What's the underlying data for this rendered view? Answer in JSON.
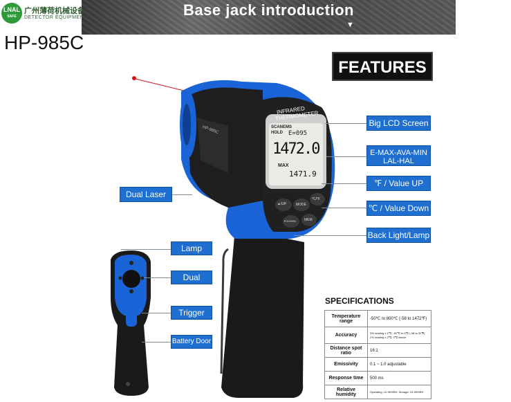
{
  "logo": {
    "badge": "LNAL",
    "badge_sub": "SAFE",
    "name_cn": "广州薄荷机械设备",
    "name_en": "DETECTOR EQUIPMENT"
  },
  "banner": {
    "title": "Base jack introduction",
    "arrow": "▼"
  },
  "model": "HP-985C",
  "features_heading": "FEATURES",
  "device": {
    "lcd_header_1": "INFRARED",
    "lcd_header_2": "THERMOMETER",
    "lcd_scan": "SCANEMS",
    "lcd_hold": "HOLD",
    "lcd_e": "E=095",
    "lcd_main": "1472.0",
    "lcd_max": "MAX",
    "lcd_sub": "1471.9",
    "btn_laser": "▲/UP",
    "btn_mode": "MODE",
    "btn_cf": "°C/°F",
    "btn_down": "▼/DOWN",
    "btn_mem": "MEM",
    "side_model": "HP-985C"
  },
  "callouts": {
    "big_lcd": "Big LCD Screen",
    "emax": "E-MAX-AVA-MIN LAL-HAL",
    "f_up": "℉ / Value UP",
    "c_down": "℃ / Value Down",
    "backlight": "Back Light/Lamp",
    "dual_laser_front": "Dual Laser",
    "lamp_light": "Lamp Light",
    "dual_laser": "Dual Laser",
    "trigger": "Trigger",
    "battery_door": "Battery Door"
  },
  "specs": {
    "title": "SPECIFICATIONS",
    "rows": [
      {
        "k": "Temperature range",
        "v": "-50℃ to 800℃ (-58 to 1472℉)"
      },
      {
        "k": "Accuracy",
        "v": "3% reading ± 1℃, -50℃ to 0℃ (-58 to 32℉) 2% reading ± 2℃, 0℃ above"
      },
      {
        "k": "Distance spot ratio",
        "v": "16:1"
      },
      {
        "k": "Emissivity",
        "v": "0.1 ~ 1.0 adjustable"
      },
      {
        "k": "Response time",
        "v": "500 ms"
      },
      {
        "k": "Relative humidity",
        "v": "Operating: 10-95%RH; Storage: 10-95%RH"
      }
    ]
  },
  "colors": {
    "accent_blue": "#1f6fd1",
    "device_blue": "#1a64d8",
    "device_black": "#1a1a1a",
    "laser_red": "#d0141a"
  }
}
